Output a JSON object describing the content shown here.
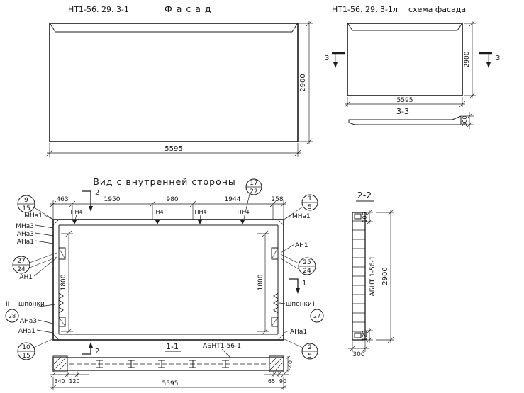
{
  "facade": {
    "code": "НТ1-56. 29. 3-1",
    "title": "Ф а с а д",
    "dim_width": "5595",
    "dim_height": "2900"
  },
  "schema": {
    "code": "НТ1-56. 29. 3-1л",
    "title": "схема фасада",
    "mark": "3",
    "dim_width": "5595",
    "dim_height": "2900",
    "section_title": "3-3",
    "dim_strip": "300"
  },
  "inner": {
    "title": "Вид с внутренней стороны",
    "dim_463": "463",
    "dim_1950": "1950",
    "dim_980": "980",
    "dim_1944": "1944",
    "dim_258": "258",
    "dim_1800": "1800",
    "pn4": "ПН4",
    "mna1": "МНа1",
    "mna3": "МНа3",
    "ana3": "АНа3",
    "ana1": "АНа1",
    "an1": "АН1",
    "shponki": "шпонки",
    "roman_i": "I",
    "roman_ii": "II",
    "mark_1": "1",
    "mark_2": "2",
    "c9_top": "9",
    "c9_bot": "15",
    "c17_top": "17",
    "c17_bot": "22",
    "c1_top": "1",
    "c1_bot": "5",
    "c27_top": "27",
    "c27_bot": "24",
    "c25_top": "25",
    "c25_bot": "24",
    "c10_top": "10",
    "c10_bot": "15",
    "c2_top": "2",
    "c2_bot": "5",
    "c28": "28",
    "c27_right": "27"
  },
  "section11": {
    "title": "1-1",
    "label": "АБНТ1-56-1",
    "dim_340": "340",
    "dim_120": "120",
    "dim_5595": "5595",
    "dim_65": "65",
    "dim_90": "90",
    "dim_40": "40"
  },
  "section22": {
    "title": "2-2",
    "label": "АБНТ 1-56-1",
    "dim_2900": "2900",
    "dim_300": "300",
    "dim_105": "105",
    "dim_125": "125"
  }
}
